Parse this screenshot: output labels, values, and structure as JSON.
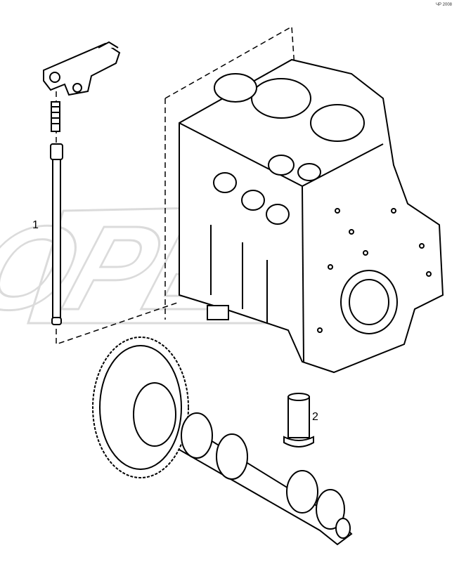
{
  "corner_tag": "ЧР 2008",
  "callouts": [
    "1",
    "2"
  ],
  "watermark": "OPEX",
  "colors": {
    "line": "#000000",
    "watermark": "#bfbfbf"
  },
  "parts": [
    "rocker-arm",
    "adjusting-screw",
    "push-rod",
    "cylinder-block",
    "tappet",
    "camshaft-gear"
  ]
}
